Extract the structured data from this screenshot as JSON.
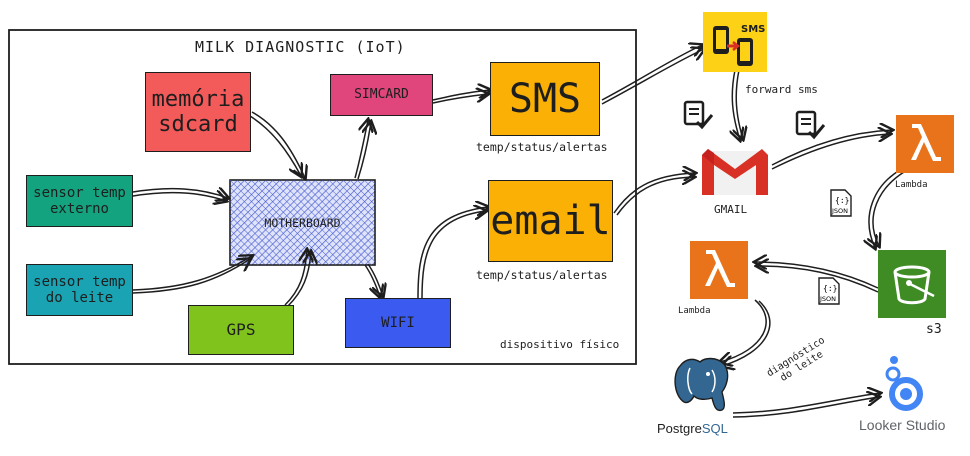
{
  "device": {
    "title": "MILK DIAGNOSTIC (IoT)",
    "caption": "dispositivo físico",
    "blocks": {
      "sdcard": "memória sdcard",
      "sensor_externo": "sensor temp externo",
      "sensor_leite": "sensor temp do leite",
      "motherboard": "MOTHERBOARD",
      "simcard": "SIMCARD",
      "gps": "GPS",
      "wifi": "WIFI",
      "sms": "SMS",
      "email": "email"
    },
    "sms_caption": "temp/status/alertas",
    "email_caption": "temp/status/alertas"
  },
  "cloud": {
    "forward_sms": "forward sms",
    "gmail": "GMAIL",
    "lambda_1": "Lambda",
    "lambda_2": "Lambda",
    "s3": "s3",
    "json_1": "JSON",
    "json_2": "JSON",
    "postgres": "PostgreSQL",
    "postgres_a": "Postgre",
    "postgres_b": "SQL",
    "edge_label_1": "diagnóstico",
    "edge_label_2": "do leite",
    "looker": "Looker Studio",
    "sms_icon_text": "SMS"
  },
  "colors": {
    "sdcard": "#f35a5a",
    "sensor": "#14a37f",
    "sensor_leite": "#1aa3b3",
    "motherboard": "#a5b4f0",
    "simcard": "#e0457b",
    "gps": "#7fc31c",
    "wifi": "#3b5bf0",
    "sms": "#fab005",
    "email": "#fab005",
    "aws": "#e8731a",
    "s3": "#3f8b24",
    "gmail_red": "#d93025",
    "postgres": "#336791",
    "looker": "#4285f4"
  }
}
